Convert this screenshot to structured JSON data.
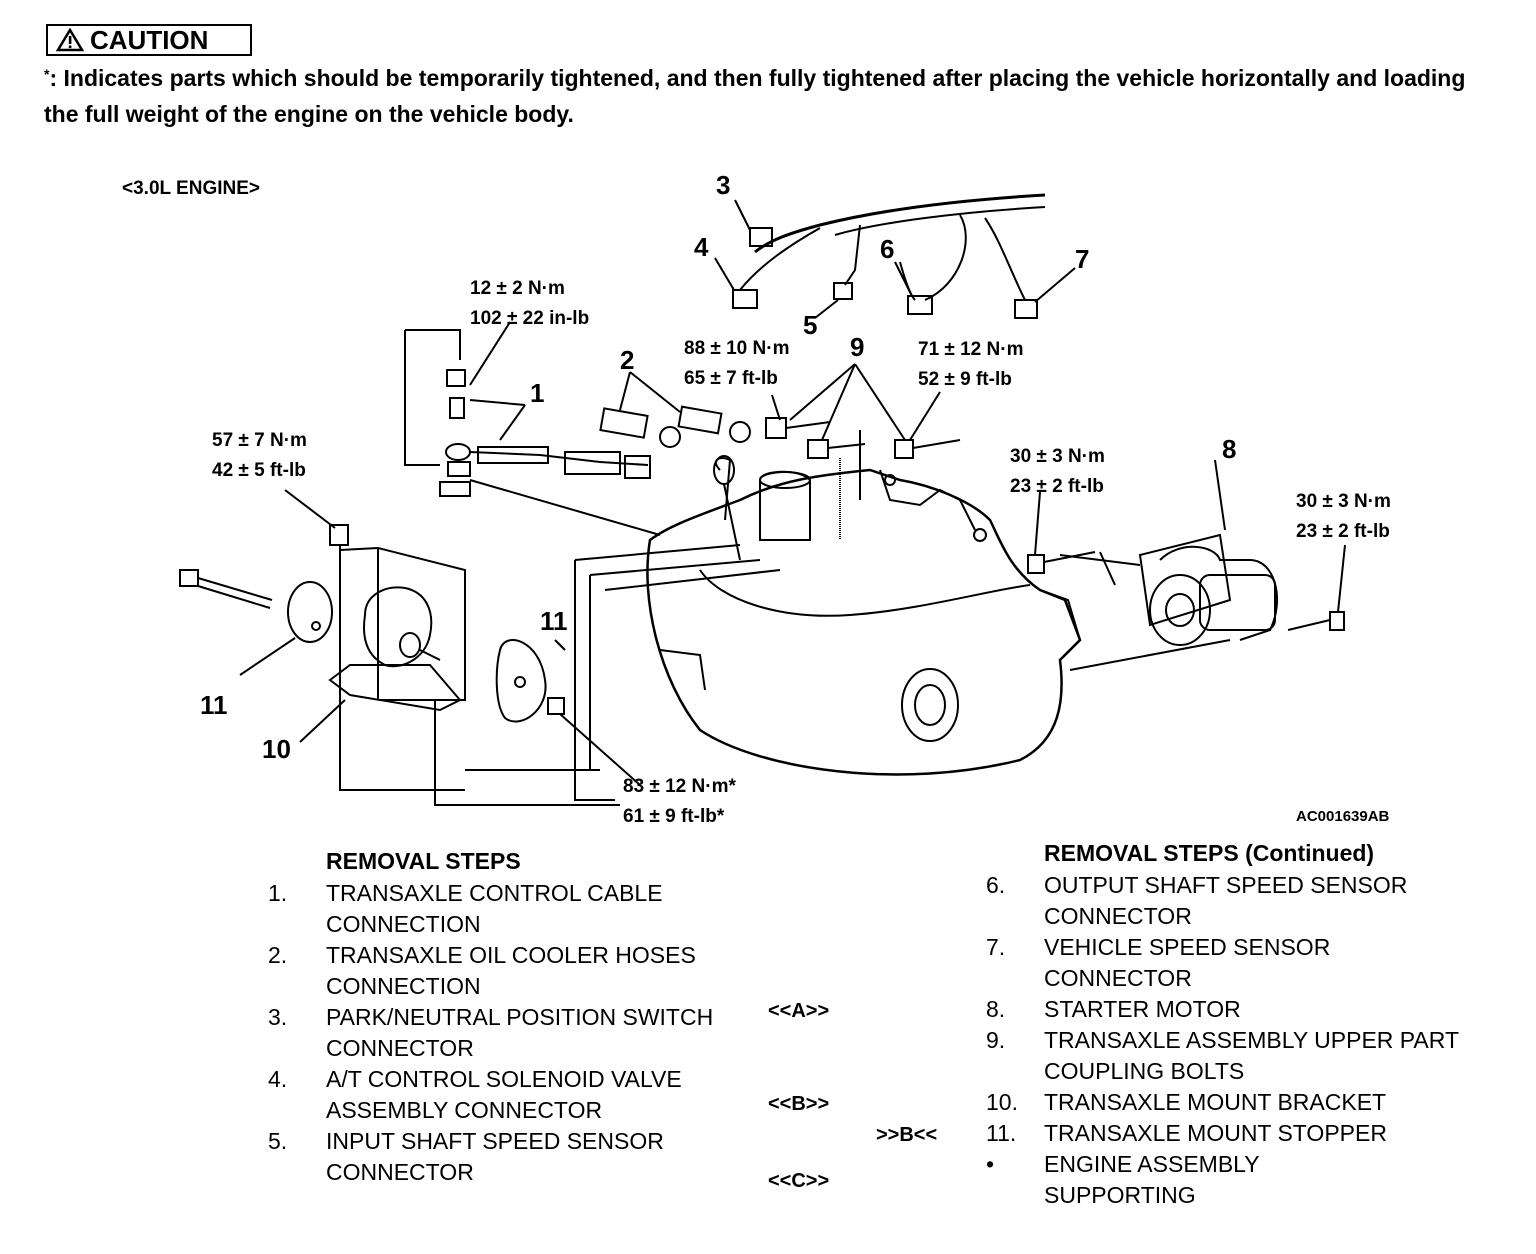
{
  "caution": {
    "label": "CAUTION",
    "note_marker": "*",
    "note": ": Indicates parts which should be temporarily tightened, and then fully tightened after placing the vehicle horizontally and loading the full weight of the engine on the vehicle body."
  },
  "diagram": {
    "engine_label": "<3.0L ENGINE>",
    "figure_code": "AC001639AB",
    "callouts": {
      "c1": "1",
      "c2": "2",
      "c3": "3",
      "c4": "4",
      "c5": "5",
      "c6": "6",
      "c7": "7",
      "c8": "8",
      "c9": "9",
      "c10": "10",
      "c11a": "11",
      "c11b": "11"
    },
    "torques": {
      "t1": "12 ± 2 N·m\n102 ± 22 in-lb",
      "t2": "88 ± 10 N·m\n65 ± 7 ft-lb",
      "t3": "71 ± 12 N·m\n52 ± 9 ft-lb",
      "t4": "57 ± 7 N·m\n42 ± 5 ft-lb",
      "t5": "30 ± 3 N·m\n23 ± 2 ft-lb",
      "t6": "30 ± 3 N·m\n23 ± 2 ft-lb",
      "t7": "83 ± 12 N·m*\n61 ± 9 ft-lb*"
    }
  },
  "removal_steps": {
    "title": "REMOVAL STEPS",
    "title_continued": "REMOVAL STEPS (Continued)",
    "left": [
      {
        "num": "1.",
        "text": "TRANSAXLE CONTROL CABLE CONNECTION"
      },
      {
        "num": "2.",
        "text": "TRANSAXLE OIL COOLER HOSES CONNECTION"
      },
      {
        "num": "3.",
        "text": "PARK/NEUTRAL POSITION SWITCH CONNECTOR"
      },
      {
        "num": "4.",
        "text": "A/T CONTROL SOLENOID VALVE ASSEMBLY CONNECTOR"
      },
      {
        "num": "5.",
        "text": "INPUT SHAFT SPEED SENSOR CONNECTOR"
      }
    ],
    "right": [
      {
        "num": "6.",
        "text": "OUTPUT SHAFT SPEED SENSOR CONNECTOR"
      },
      {
        "num": "7.",
        "text": "VEHICLE SPEED SENSOR CONNECTOR"
      },
      {
        "num": "8.",
        "text": "STARTER MOTOR"
      },
      {
        "num": "9.",
        "text": "TRANSAXLE ASSEMBLY UPPER PART COUPLING BOLTS"
      },
      {
        "num": "10.",
        "text": "TRANSAXLE MOUNT BRACKET"
      },
      {
        "num": "11.",
        "text": "TRANSAXLE MOUNT STOPPER"
      },
      {
        "num": "•",
        "text": "ENGINE ASSEMBLY SUPPORTING"
      }
    ],
    "tags": {
      "a": "<<A>>",
      "b": "<<B>>",
      "b2": ">>B<<",
      "c": "<<C>>"
    }
  }
}
